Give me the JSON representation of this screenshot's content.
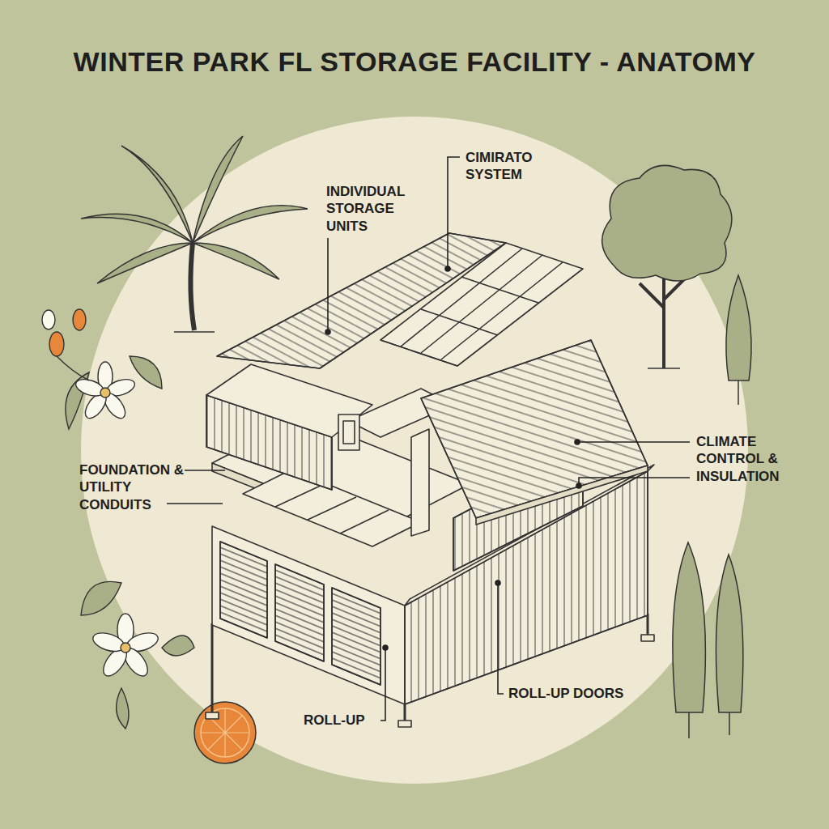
{
  "diagram": {
    "title": "WINTER PARK FL STORAGE FACILITY - ANATOMY",
    "labels": [
      "INDIVIDUAL STORAGE UNITS",
      "CIMIRATO SYSTEM",
      "FOUNDATION & UTILITY CONDUITS",
      "CLIMATE CONTROL & INSULATION",
      "ROLL-UP",
      "ROLL-UP DOORS"
    ]
  }
}
